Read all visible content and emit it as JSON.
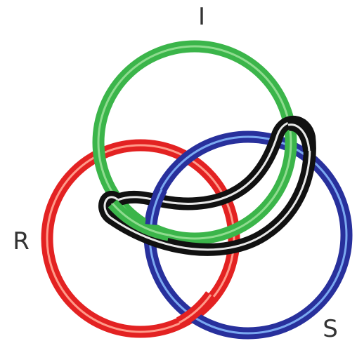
{
  "labels": {
    "top": "I",
    "left": "R",
    "bottom_right": "S"
  },
  "rings": [
    {
      "name": "I",
      "color": "#3bb54a",
      "highlight": "#8fdc8f"
    },
    {
      "name": "R",
      "color": "#e32222",
      "highlight": "#ff9a8a"
    },
    {
      "name": "S",
      "color": "#28309c",
      "highlight": "#7aa8f0"
    }
  ],
  "loop": {
    "color": "#111111",
    "highlight": "#e8e8e8"
  }
}
